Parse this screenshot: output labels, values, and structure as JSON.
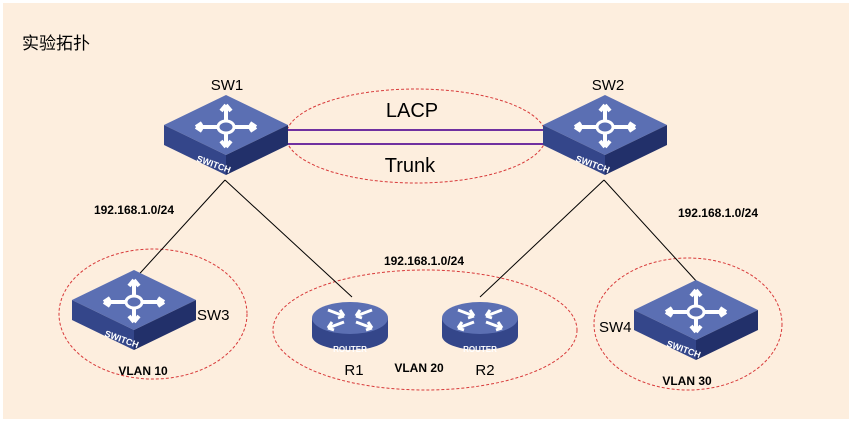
{
  "title": "实验拓扑",
  "colors": {
    "background": "#fdeede",
    "ellipse_border": "#d83a3a",
    "trunk_line": "#7030a0",
    "device_top": "#5a6fb0",
    "device_side": "#2f3f7a"
  },
  "devices": {
    "sw1": {
      "label": "SW1",
      "badge": "SWITCH",
      "icon": "switch-icon"
    },
    "sw2": {
      "label": "SW2",
      "badge": "SWITCH",
      "icon": "switch-icon"
    },
    "sw3": {
      "label": "SW3",
      "badge": "SWITCH",
      "icon": "switch-icon"
    },
    "sw4": {
      "label": "SW4",
      "badge": "SWITCH",
      "icon": "switch-icon"
    },
    "r1": {
      "label": "R1",
      "badge": "ROUTER",
      "icon": "router-icon"
    },
    "r2": {
      "label": "R2",
      "badge": "ROUTER",
      "icon": "router-icon"
    }
  },
  "links": {
    "lacp_label": "LACP",
    "trunk_label": "Trunk",
    "subnet_left": "192.168.1.0/24",
    "subnet_middle": "192.168.1.0/24",
    "subnet_right": "192.168.1.0/24"
  },
  "vlans": {
    "vlan10": "VLAN 10",
    "vlan20": "VLAN 20",
    "vlan30": "VLAN 30"
  }
}
